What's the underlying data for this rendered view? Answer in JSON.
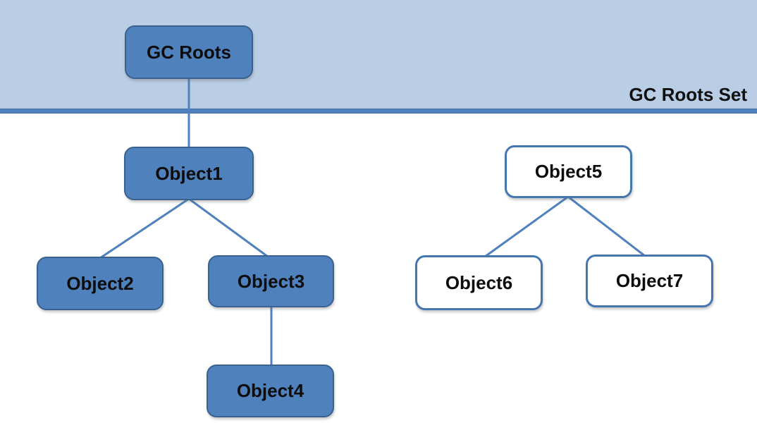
{
  "diagram": {
    "title_band_label": "GC Roots Set",
    "nodes": {
      "gc_roots": {
        "label": "GC Roots",
        "state": "root"
      },
      "object1": {
        "label": "Object1",
        "state": "reachable"
      },
      "object2": {
        "label": "Object2",
        "state": "reachable"
      },
      "object3": {
        "label": "Object3",
        "state": "reachable"
      },
      "object4": {
        "label": "Object4",
        "state": "reachable"
      },
      "object5": {
        "label": "Object5",
        "state": "unreachable"
      },
      "object6": {
        "label": "Object6",
        "state": "unreachable"
      },
      "object7": {
        "label": "Object7",
        "state": "unreachable"
      }
    },
    "edges": [
      {
        "from": "GC Roots",
        "to": "Object1"
      },
      {
        "from": "Object1",
        "to": "Object2"
      },
      {
        "from": "Object1",
        "to": "Object3"
      },
      {
        "from": "Object3",
        "to": "Object4"
      },
      {
        "from": "Object5",
        "to": "Object6"
      },
      {
        "from": "Object5",
        "to": "Object7"
      }
    ],
    "colors": {
      "band_fill": "#b9cde5",
      "divider_line": "#4f81bd",
      "reachable_node_fill": "#4f81bd",
      "unreachable_node_fill": "#ffffff",
      "node_border": "#3a6291",
      "unreachable_node_border": "#4576b0",
      "connector": "#4f81bd",
      "text": "#0d0d0d"
    }
  }
}
